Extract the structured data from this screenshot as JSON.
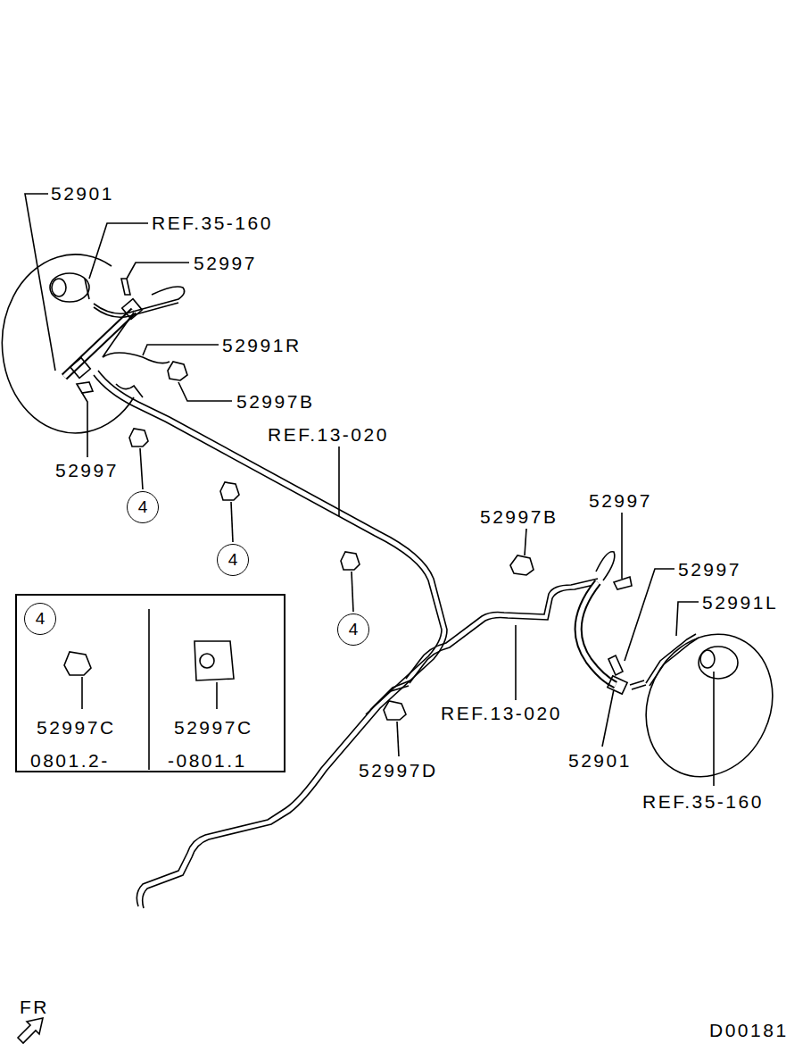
{
  "diagram": {
    "nodes": [
      {
        "text": [
          "4"
        ]
      },
      {
        "text": [
          "4"
        ]
      },
      {
        "text": [
          "4"
        ]
      },
      {
        "text": [
          "52997C",
          "0801.2-",
          "52997C",
          "-0801.1"
        ]
      },
      {
        "text": [
          "4"
        ],
        "in": 3
      }
    ],
    "labels": [
      "52901",
      "REF.35-160",
      "52997",
      "52991R",
      "52997B",
      "52997",
      "REF.13-020",
      "52997B",
      "52997",
      "52997",
      "52991L",
      "REF.13-020",
      "52901",
      "52997D",
      "REF.35-160",
      "FR",
      "D00181"
    ]
  }
}
